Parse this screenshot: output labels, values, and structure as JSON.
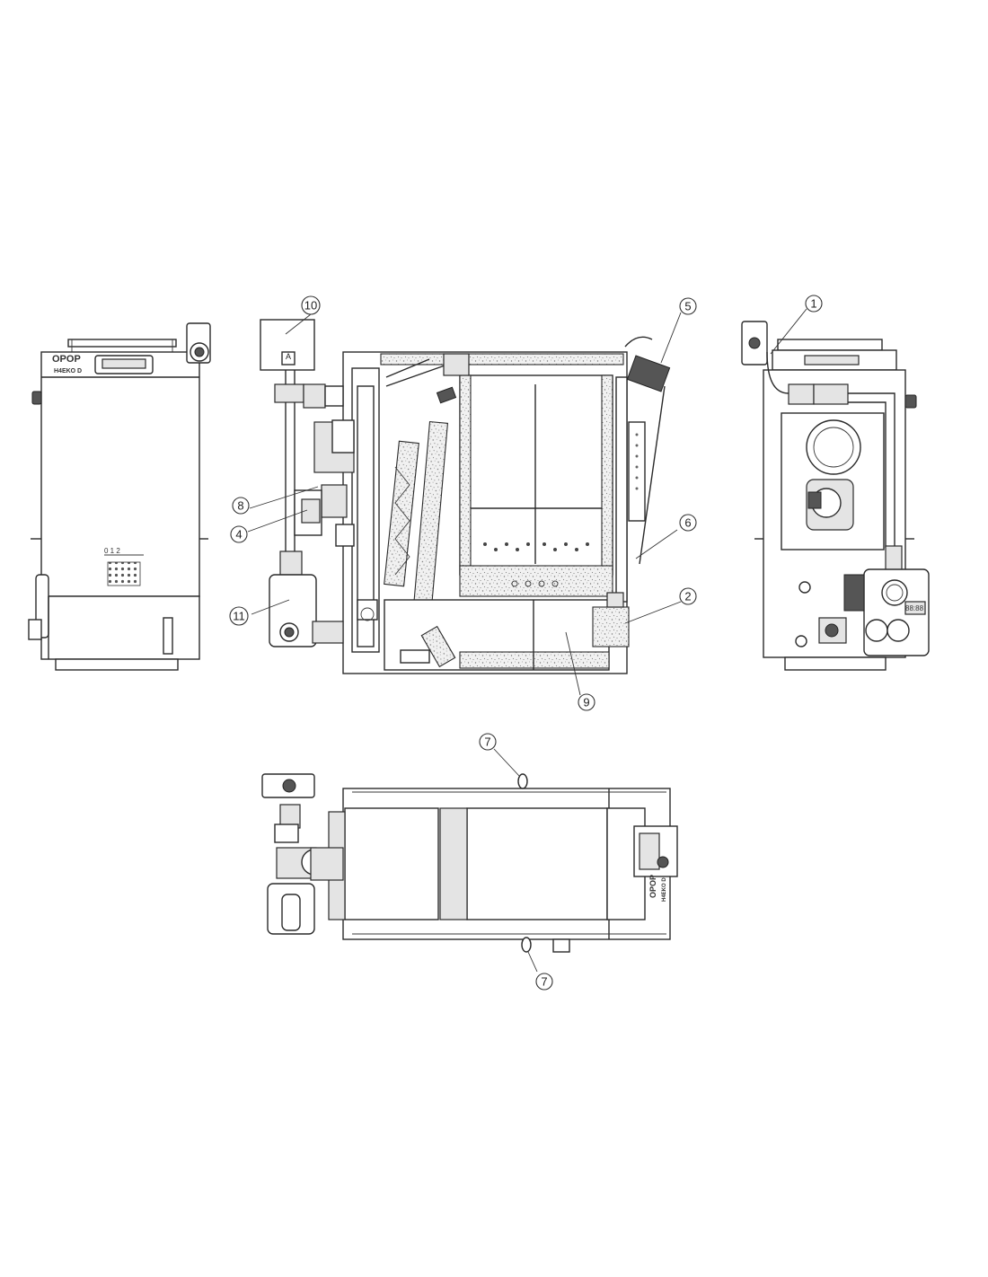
{
  "diagram": {
    "brand": "OPOP",
    "model": "H4EKO D",
    "panel_letter": "A",
    "controls_digits": "0 1 2",
    "display_text": "88:88",
    "callouts": [
      {
        "id": "callout-1",
        "label": "1"
      },
      {
        "id": "callout-2",
        "label": "2"
      },
      {
        "id": "callout-4",
        "label": "4"
      },
      {
        "id": "callout-5",
        "label": "5"
      },
      {
        "id": "callout-6",
        "label": "6"
      },
      {
        "id": "callout-7-top",
        "label": "7"
      },
      {
        "id": "callout-7-bottom",
        "label": "7"
      },
      {
        "id": "callout-8",
        "label": "8"
      },
      {
        "id": "callout-9",
        "label": "9"
      },
      {
        "id": "callout-10",
        "label": "10"
      },
      {
        "id": "callout-11",
        "label": "11"
      }
    ]
  }
}
